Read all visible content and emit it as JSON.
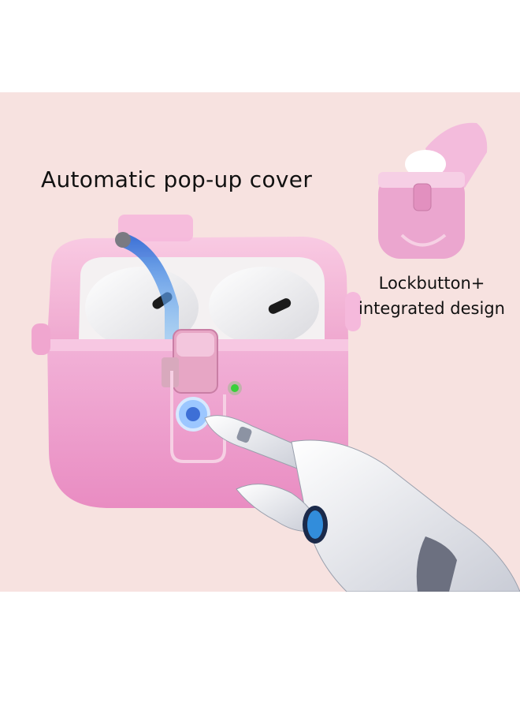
{
  "texts": {
    "headline": "Automatic pop-up cover",
    "caption_line1": "Lockbutton+",
    "caption_line2": "integrated design"
  },
  "colors": {
    "background": "#f7e2e0",
    "case_pink": "#f0a6cf",
    "accent_blue": "#3d8ff0",
    "led_green": "#3ad13a"
  }
}
